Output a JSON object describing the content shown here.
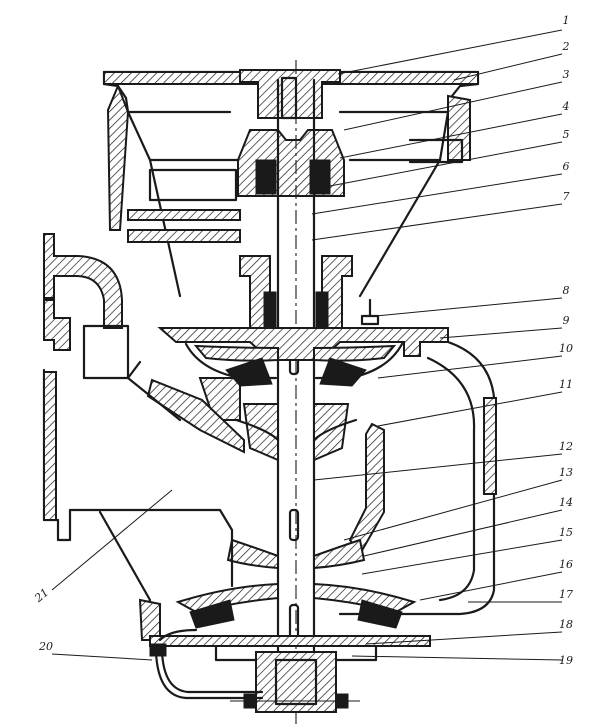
{
  "callouts": [
    {
      "label": "1"
    },
    {
      "label": "2"
    },
    {
      "label": "3"
    },
    {
      "label": "4"
    },
    {
      "label": "5"
    },
    {
      "label": "6"
    },
    {
      "label": "7"
    },
    {
      "label": "8"
    },
    {
      "label": "9"
    },
    {
      "label": "10"
    },
    {
      "label": "11"
    },
    {
      "label": "12"
    },
    {
      "label": "13"
    },
    {
      "label": "14"
    },
    {
      "label": "15"
    },
    {
      "label": "16"
    },
    {
      "label": "17"
    },
    {
      "label": "18"
    },
    {
      "label": "19"
    },
    {
      "label": "20"
    },
    {
      "label": "21"
    }
  ],
  "colors": {
    "ink": "#1a1a1a",
    "paper": "#ffffff"
  }
}
